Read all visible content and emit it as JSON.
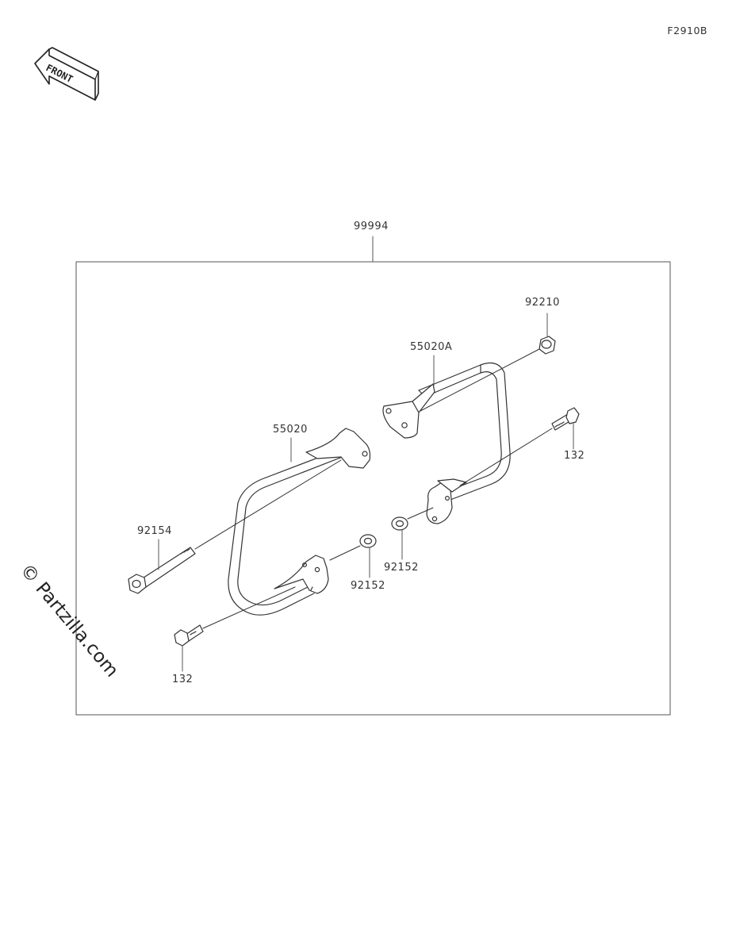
{
  "diagram_code": "F2910B",
  "front_arrow_text": "FRONT",
  "watermark": "© Partzilla.com",
  "parts": {
    "assembly": "99994",
    "bracket_right": "55020A",
    "bracket_left": "55020",
    "nut": "92210",
    "bolt_right": "132",
    "bolt_left": "132",
    "long_bolt": "92154",
    "collar_right": "92152",
    "collar_left": "92152"
  }
}
